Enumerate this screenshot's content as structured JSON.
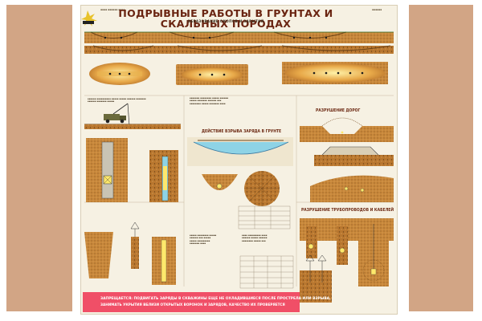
{
  "poster": {
    "title": "ПОДРЫВНЫЕ РАБОТЫ В ГРУНТАХ И СКАЛЬНЫХ ПОРОДАХ",
    "subtitle": "ОБРАЗОВАНИЕ ОКОПОВ И ЗАРЫТИЙ",
    "section_roads": "РАЗРУШЕНИЕ ДОРОГ",
    "section_charge_action": "ДЕЙСТВИЕ ВЗРЫВА ЗАРЯДА В ГРУНТЕ",
    "section_pipes": "РАЗРУШЕНИЕ ТРУБОПРОВОДОВ И КАБЕЛЕЙ",
    "warning_line1": "ЗАПРЕЩАЕТСЯ: ПОДВИГАТЬ ЗАРЯДЫ В СКВАЖИНЫ ЕЩЕ НЕ ОХЛАДИВШИЕСЯ ПОСЛЕ ПРОСТРЕЛА ИЛИ ВЗРЫВА,",
    "warning_line2": "ЗАНИМАТЬ УКРЫТИЯ ВБЛИЗИ ОТКРЫТЫХ ВОРОНОК И ЗАРЯДОВ, КАЧЕСТВО ИХ ПРОВЕРЯЕТСЯ"
  },
  "colors": {
    "frame": "#d2a585",
    "paper": "#f6f1e3",
    "soil": "#c8873a",
    "soil_dark": "#8a5a24",
    "title": "#6a2512",
    "warning": "#f04f67",
    "water": "#8ed3e6",
    "charge": "#ffe86b"
  }
}
